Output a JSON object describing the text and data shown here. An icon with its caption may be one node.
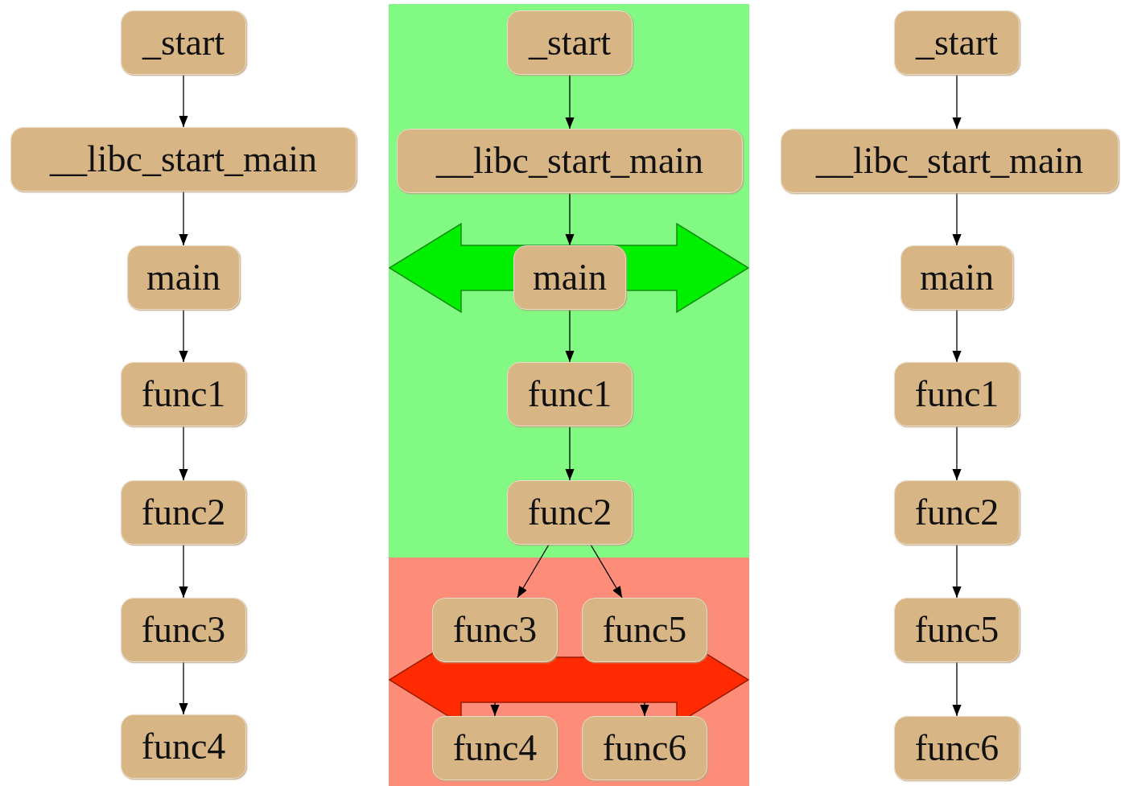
{
  "diagram": {
    "nodes": [
      {
        "text": [
          "_start"
        ]
      },
      {
        "text": [
          "__libc_start_main"
        ]
      },
      {
        "text": [
          "main"
        ]
      },
      {
        "text": [
          "func1"
        ]
      },
      {
        "text": [
          "func2"
        ]
      },
      {
        "text": [
          "func3"
        ]
      },
      {
        "text": [
          "func4"
        ]
      },
      {
        "text": [
          "_start"
        ]
      },
      {
        "text": [
          "__libc_start_main"
        ]
      },
      {
        "text": [
          "main"
        ]
      },
      {
        "text": [
          "func1"
        ]
      },
      {
        "text": [
          "func2"
        ]
      },
      {
        "text": [
          "func3"
        ]
      },
      {
        "text": [
          "func5"
        ]
      },
      {
        "text": [
          "func4"
        ]
      },
      {
        "text": [
          "func6"
        ]
      },
      {
        "text": [
          "_start"
        ]
      },
      {
        "text": [
          "__libc_start_main"
        ]
      },
      {
        "text": [
          "main"
        ]
      },
      {
        "text": [
          "func1"
        ]
      },
      {
        "text": [
          "func2"
        ]
      },
      {
        "text": [
          "func5"
        ]
      },
      {
        "text": [
          "func6"
        ]
      }
    ],
    "edges": [
      {
        "from": 0,
        "to": 1,
        "arrow": "to"
      },
      {
        "from": 1,
        "to": 2,
        "arrow": "to"
      },
      {
        "from": 2,
        "to": 3,
        "arrow": "to"
      },
      {
        "from": 3,
        "to": 4,
        "arrow": "to"
      },
      {
        "from": 4,
        "to": 5,
        "arrow": "to"
      },
      {
        "from": 5,
        "to": 6,
        "arrow": "to"
      },
      {
        "from": 7,
        "to": 8,
        "arrow": "to"
      },
      {
        "from": 8,
        "to": 9,
        "arrow": "to"
      },
      {
        "from": 9,
        "to": 10,
        "arrow": "to"
      },
      {
        "from": 10,
        "to": 11,
        "arrow": "to"
      },
      {
        "from": 11,
        "to": 12,
        "arrow": "to"
      },
      {
        "from": 11,
        "to": 13,
        "arrow": "to"
      },
      {
        "from": 12,
        "to": 14,
        "arrow": "to"
      },
      {
        "from": 13,
        "to": 15,
        "arrow": "to"
      },
      {
        "from": 16,
        "to": 17,
        "arrow": "to"
      },
      {
        "from": 17,
        "to": 18,
        "arrow": "to"
      },
      {
        "from": 18,
        "to": 19,
        "arrow": "to"
      },
      {
        "from": 19,
        "to": 20,
        "arrow": "to"
      },
      {
        "from": 20,
        "to": 21,
        "arrow": "to"
      },
      {
        "from": 21,
        "to": 22,
        "arrow": "to"
      }
    ]
  }
}
